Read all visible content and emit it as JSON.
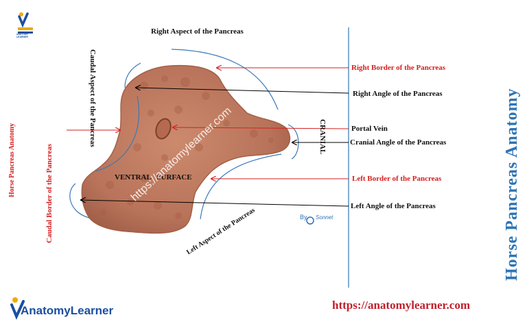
{
  "brand": {
    "logo_top_text": "ANATOMY LEARNER",
    "logo_bottom_text": "AnatomyLearner",
    "url": "https://anatomylearner.com",
    "watermark": "https://anatomylearner.com",
    "by_text": "By",
    "by_name": "Sonnet"
  },
  "title_vertical": "Horse Pancreas Anatomy",
  "side_title_vertical": "Horse Pancreas Anatomy",
  "labels": {
    "right_aspect": "Right Aspect of the Pancreas",
    "caudal_aspect": "Caudal Aspect of the Pancreas",
    "caudal_border": "Caudal Border of the Pancreas",
    "right_border": "Right Border of the Pancreas",
    "right_angle": "Right Angle of the Pancreas",
    "portal_vein": "Portal Vein",
    "cranial_angle": "Cranial Angle of the Pancreas",
    "cranial": "CRANIAL",
    "ventral_surface": "VENTRAL   SURFACE",
    "left_border": "Left Border of the Pancreas",
    "left_angle": "Left Angle of the Pancreas",
    "left_aspect": "Left Aspect of the Pancreas"
  },
  "colors": {
    "pancreas": "#c07a5e",
    "pancreas_dark": "#9c5b43",
    "blue": "#2e74b5",
    "red": "#d42020",
    "outline_blue": "#3a78b8"
  }
}
